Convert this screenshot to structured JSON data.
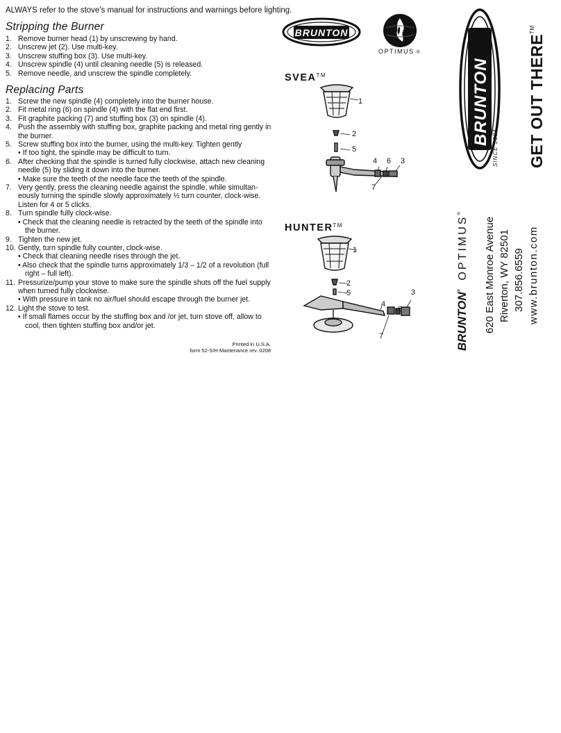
{
  "warning": {
    "prefix": "ALWAYS",
    "text": " refer to the stove's manual for instructions and warnings before lighting."
  },
  "stripping": {
    "heading": "Stripping the Burner",
    "steps": [
      {
        "num": "1.",
        "text": "Remove burner head (1) by unscrewing by hand."
      },
      {
        "num": "2.",
        "text": "Unscrew jet (2). Use multi-key."
      },
      {
        "num": "3.",
        "text": "Unscrew stuffing box (3). Use multi-key."
      },
      {
        "num": "4.",
        "text": "Unscrew spindle (4) until cleaning needle (5) is released."
      },
      {
        "num": "5.",
        "text": "Remove needle, and unscrew the spindle completely."
      }
    ]
  },
  "replacing": {
    "heading": "Replacing Parts",
    "steps": [
      {
        "num": "1.",
        "text": "Screw the new spindle (4) completely into the burner house."
      },
      {
        "num": "2.",
        "text": "Fit metal ring (6) on spindle (4) with the flat end first."
      },
      {
        "num": "3.",
        "text": "Fit graphite packing (7) and stuffing box (3) on spindle (4)."
      },
      {
        "num": "4.",
        "text": "Push the assembly with stuffing box, graphite packing and metal ring gently in the burner."
      },
      {
        "num": "5.",
        "text": "Screw stuffing box into the burner, using the multi-key. Tighten gently",
        "sub": [
          "• If too tight, the spindle may be difficult to turn."
        ]
      },
      {
        "num": "6.",
        "text": "After checking that the spindle is turned fully clockwise, attach new cleaning needle (5) by sliding it down into the burner.",
        "sub": [
          "• Make sure the teeth of the needle face the teeth of the spindle."
        ]
      },
      {
        "num": "7.",
        "text": "Very gently, press the cleaning needle against the spindle, while simultan-eously turning the spindle slowly approximately ½ turn counter, clock-wise.  Listen for 4 or 5 clicks."
      },
      {
        "num": "8.",
        "text": "Turn spindle fully clock-wise.",
        "sub": [
          "• Check that the cleaning needle is retracted by the teeth of the spindle into the burner."
        ]
      },
      {
        "num": "9.",
        "text": "Tighten the new jet."
      },
      {
        "num": "10.",
        "text": "Gently, turn spindle fully counter, clock-wise.",
        "sub": [
          "• Check that cleaning needle rises through the jet.",
          "• Also check that the spindle turns approximately 1/3 – 1/2 of a revolution (full right – full left)."
        ]
      },
      {
        "num": "11.",
        "text": "Pressurize/pump your stove to make sure the spindle shuts off the fuel supply when turned fully clockwise.",
        "sub": [
          "• With pressure in tank no air/fuel should escape through the burner jet."
        ]
      },
      {
        "num": "12.",
        "text": "Light the stove to test.",
        "sub": [
          "• If small flames occur by the stuffing box and /or jet, turn stove off, allow to cool, then tighten stuffing box and/or jet."
        ]
      }
    ]
  },
  "printed": "Printed in U.S.A.",
  "form": "form 52-S/H Mantenance rev. 0208",
  "optimus_label": "OPTIMUS",
  "registered": "®",
  "svea": {
    "title": "SVEA",
    "tm": "TM",
    "callouts": [
      "1",
      "2",
      "5",
      "4",
      "6",
      "3",
      "7"
    ]
  },
  "hunter": {
    "title": "HUNTER",
    "tm": "TM",
    "callouts": [
      "1",
      "2",
      "5",
      "4",
      "6",
      "3",
      "7"
    ]
  },
  "side_panel": {
    "brand": "BRUNTON",
    "since": "SINCE 1894",
    "tagline": "GET OUT THERE",
    "tagline_tm": "TM",
    "brand_line": "BRUNTON",
    "brand_line_optimus": "OPTIMUS",
    "address1": "620 East Monroe Avenue",
    "address2": "Riverton, WY  82501",
    "phone": "307.856.6559",
    "web": "www.brunton.com"
  }
}
